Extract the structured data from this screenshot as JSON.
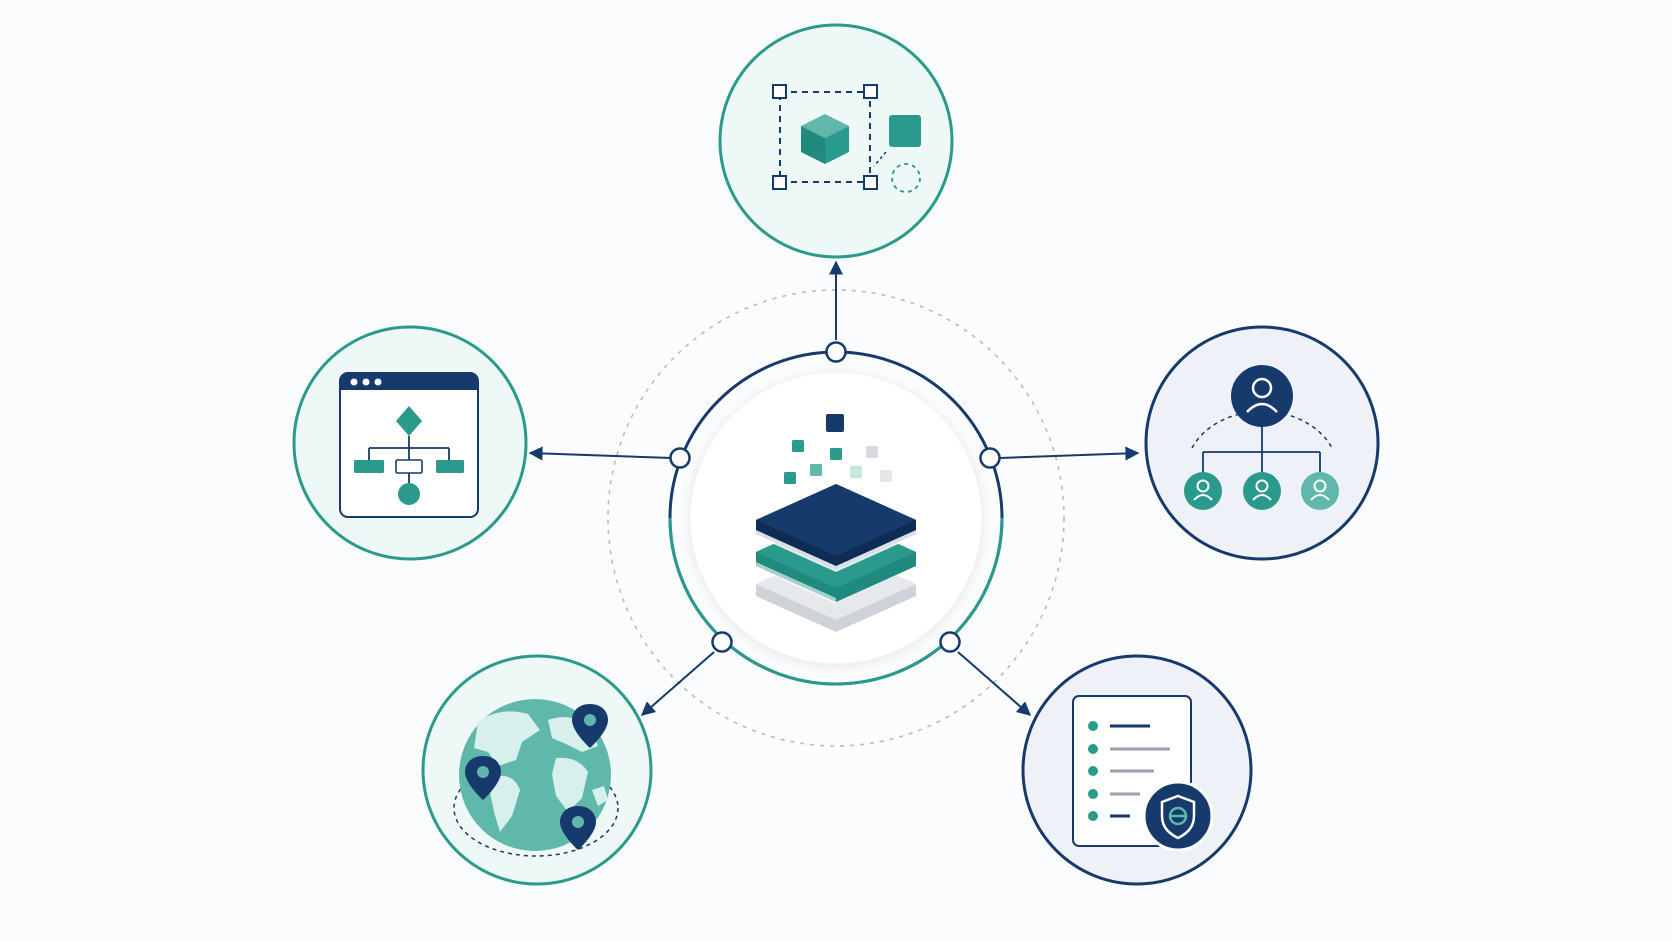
{
  "diagram": {
    "type": "hub-and-spoke",
    "hub": {
      "name": "data-layers",
      "icon": "stacked-layers-icon"
    },
    "spokes": [
      {
        "name": "modeling",
        "icon": "3d-cube-selection-icon",
        "direction": "top"
      },
      {
        "name": "workflow",
        "icon": "flowchart-window-icon",
        "direction": "left"
      },
      {
        "name": "user-hierarchy",
        "icon": "org-chart-users-icon",
        "direction": "right"
      },
      {
        "name": "global-locations",
        "icon": "globe-pins-icon",
        "direction": "bottom-left"
      },
      {
        "name": "secure-documents",
        "icon": "document-shield-icon",
        "direction": "bottom-right"
      }
    ]
  },
  "colors": {
    "navy": "#163a6b",
    "teal": "#2a9a8c",
    "teal_light": "#5fb8aa",
    "circle_fill_teal": "#eef8f6",
    "circle_fill_navy": "#eef2f8",
    "gray": "#c9cdd3",
    "background": "#fbfcfd"
  }
}
